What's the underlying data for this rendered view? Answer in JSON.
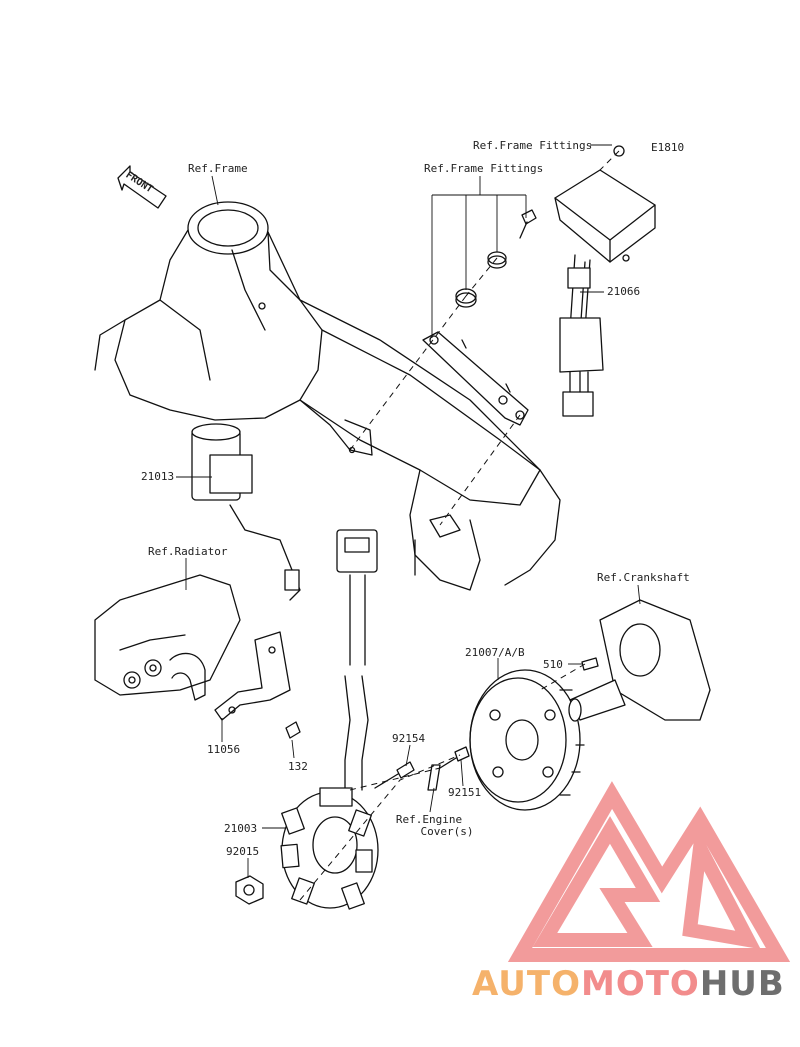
{
  "diagram_code": "E1810",
  "front_label": "FRONT",
  "refs": {
    "frame": "Ref.Frame",
    "frame_fittings_top": "Ref.Frame Fittings",
    "frame_fittings_mid": "Ref.Frame Fittings",
    "radiator": "Ref.Radiator",
    "crankshaft": "Ref.Crankshaft",
    "engine_cover_line1": "Ref.Engine",
    "engine_cover_line2": "Cover(s)"
  },
  "parts": {
    "regulator": "21066",
    "igniter": "21013",
    "bracket": "11056",
    "bolt_132": "132",
    "rotor": "21007/A/B",
    "key": "510",
    "bolt_92154": "92154",
    "bolt_92151": "92151",
    "stator": "21003",
    "nut": "92015"
  },
  "watermark": {
    "part1": "AUTO",
    "part2": "MOTO",
    "part3": "HUB",
    "color_auto": "#f5b26b",
    "color_moto": "#f28c8c",
    "color_hub": "#6e6e6e",
    "mark_color": "#f08a8a"
  }
}
